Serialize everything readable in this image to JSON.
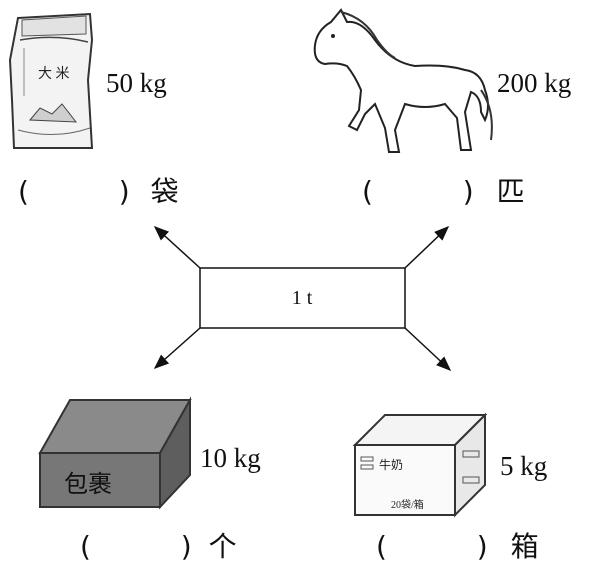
{
  "center": {
    "label": "1 t"
  },
  "items": {
    "rice": {
      "bag_text": "大 米",
      "weight": "50 kg",
      "open": "(",
      "close": ")",
      "unit": "袋"
    },
    "horse": {
      "weight": "200 kg",
      "open": "(",
      "close": ")",
      "unit": "匹"
    },
    "parcel": {
      "box_text": "包裹",
      "weight": "10 kg",
      "open": "(",
      "close": ")",
      "unit": "个"
    },
    "milk": {
      "box_text": "牛奶",
      "count_text": "20袋/箱",
      "weight": "5 kg",
      "open": "(",
      "close": ")",
      "unit": "箱"
    }
  }
}
